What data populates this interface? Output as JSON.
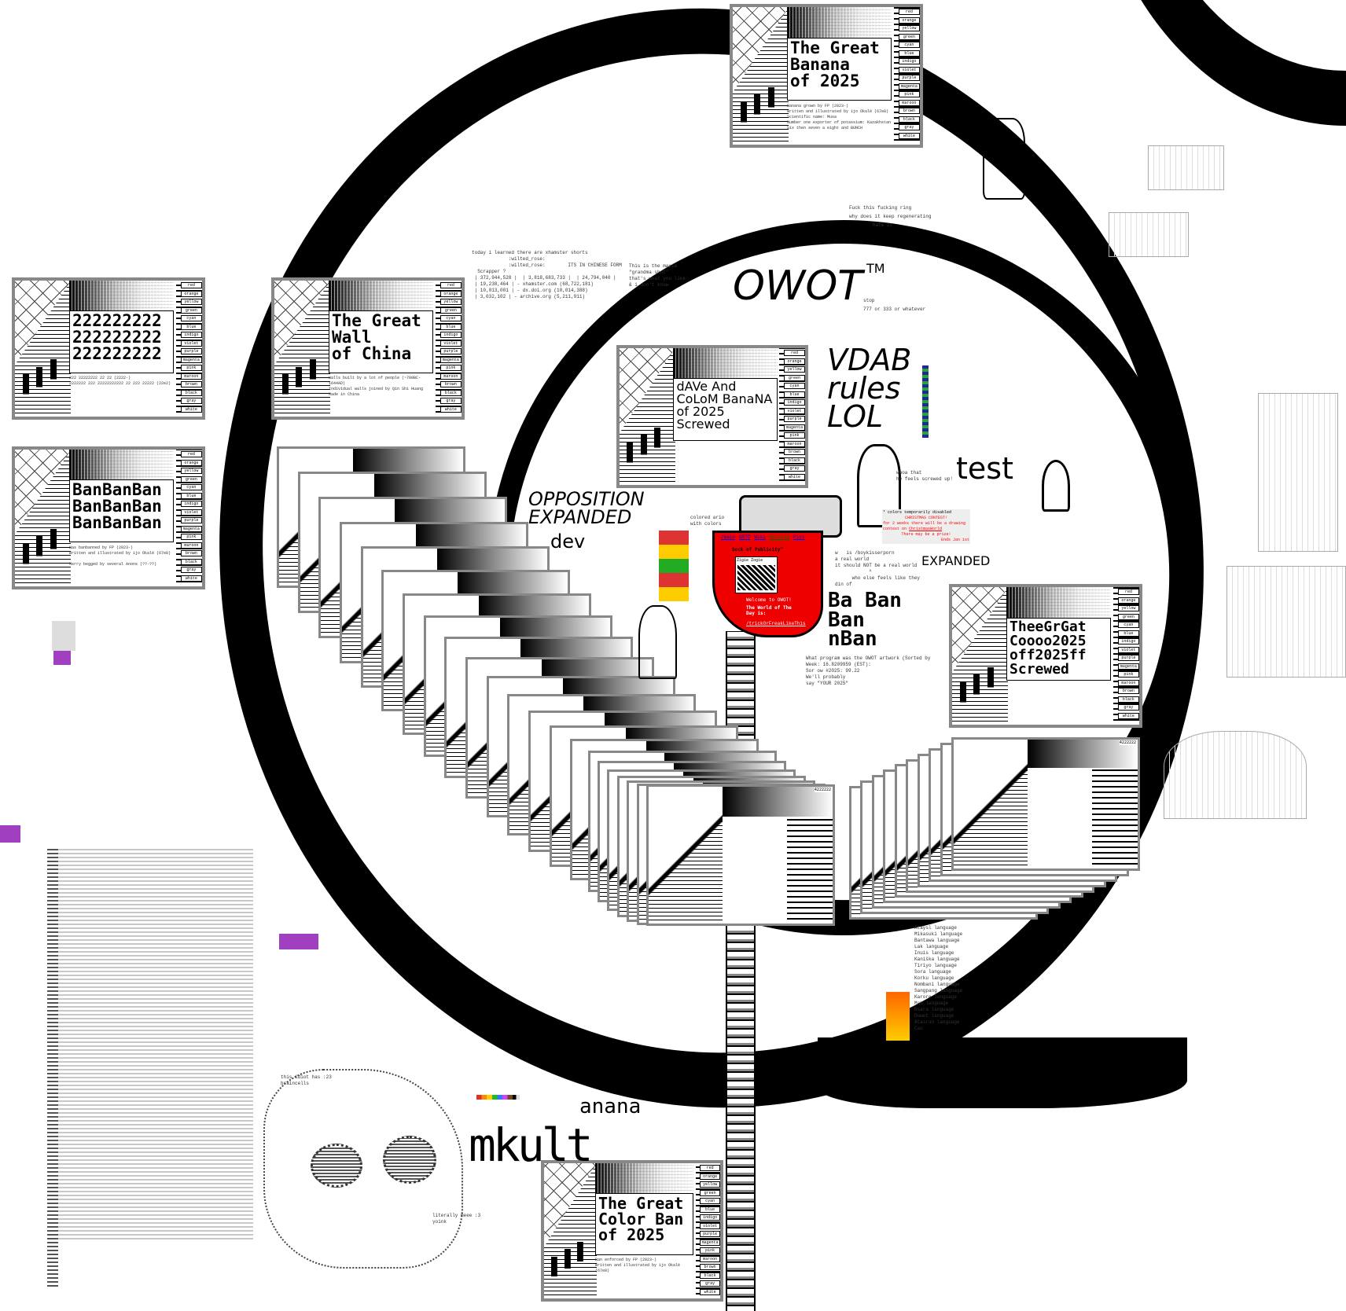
{
  "colors": {
    "ring": "#000000",
    "stocking": "#e00000",
    "contest_red": "#ff0000",
    "link": "#0000ee",
    "purple": "#a040c0"
  },
  "color_list": [
    "red",
    "orange",
    "yellow",
    "green",
    "cyan",
    "blue",
    "indigo",
    "violet",
    "purple",
    "magenta",
    "pink",
    "maroon",
    "brown",
    "black",
    "gray",
    "white"
  ],
  "cards": [
    {
      "title": "The Great\nBanana\nof 2025",
      "caption": "Banana grown by FP (2023-)\nWritten and illustrated by ijo Okalé (67e8)\nScientific name: Musa\nNumber one exporter of potassium: Kazakhstan\nSix then seven a eight and BUNCH"
    },
    {
      "title": "222222222\n222222222\n222222222",
      "caption": "222 22222222 22 22 (2222-)\n2222222 222 22222222222 22 222 22222 (22e2)"
    },
    {
      "title": "The Great\nWall\nof China",
      "caption": "Walls built by a lot of people (~700BC-1644AD)\nIndividual walls joined by Qin Shi Huang\nMade in China"
    },
    {
      "title": "BanBanBan\nBanBanBan\nBanBanBan",
      "caption": "Was banbanned by FP (2023-)\nWritten and illustrated by ijo Okalé (67e8)\n\nMerry begged by several Anons (??-??)"
    },
    {
      "title": "dAVe And\nCoLoM BanaNA\nof 2025\nScrewed",
      "caption": ""
    },
    {
      "title": "TheeGrGat\nCoooo2025\noff2025ff\nScrewed",
      "caption": ""
    },
    {
      "title": "The Great\nColor Ban\nof 2025",
      "caption": "Ban enforced by FP (2023-)\nWritten and illustrated by ijo Okalé (67e8)"
    }
  ],
  "stack_label": "4222222",
  "doodles": {
    "owot": "OWOT",
    "tm": "TM",
    "vdab": "VDAB\nrules\nLOL",
    "test": "test",
    "opposition": "OPPOSITION\nEXPANDED",
    "opposition_dev": "dev",
    "baban": "Ba Ban\nBan\nnBan",
    "mkult": "mkult",
    "banana_partial": "anana",
    "expanded_small": "EXPANDED"
  },
  "notes": {
    "ring_complaint": [
      "Fuck this fucking ring",
      "why does it keep regenerating",
      "hate it"
    ],
    "stop": [
      "stop",
      "777 or 333 or whatever"
    ],
    "shorts": [
      "today i learned there are xhamster shorts",
      "             :wilted_rose:",
      "             :wilted_rose:        ITS IN CHINESE FORM",
      "  Scrapper ?",
      " | 372,944,528 |  | 3,818,683,733 |  | 24,794,040 |",
      " | 19,238,464 | - xhamster.com (68,722,181)",
      " | 10,013,001 | - dx.doi.org (10,014,388)",
      " | 3,032,102 | - archive.org (5,211,911)"
    ],
    "maxim": [
      "This is the maxim",
      "\"grandma shot\"",
      "that's what you like",
      "& i don't know"
    ],
    "whoa": [
      "whoa that",
      "he feels screwed up!"
    ],
    "colored_ario": [
      "colored ario",
      "with colors"
    ],
    "real_world": [
      "w   is /boykisserporn",
      "a real world",
      "it should NOT be a real world",
      "            ^",
      "      who else feels like they",
      "din of"
    ],
    "program": [
      "What program was the OWOT artwork (Sorted by",
      "Week: 16.8209959 (EST):",
      "Sor ow #2025: 99.22",
      "We'll probably",
      "say \"YOUR 2025\""
    ],
    "braincells": [
      "this idiot has :23",
      "braincells"
    ],
    "meee": [
      "literally meee :3",
      "yoink"
    ],
    "languages": [
      "Ataysl language",
      "Mikasuki language",
      "Bantawa language",
      "Lak language",
      "Inuis language",
      "Kaniška language",
      "Tiriyo language",
      "Sora language",
      "Korku language",
      "Nombani language",
      "Sangpang language",
      "Karore language",
      "Mah language",
      "Nsara language",
      "Duwet language",
      "Atasran language",
      "Cao"
    ]
  },
  "contest": {
    "note": "* colors temporarily disabled",
    "title": "CHRISTMAS CONTEST!",
    "body_prefix": "for 2 weeks there will be a drawing contest on ",
    "link": "ChristmasWorld",
    "prize": "There may be a prize!",
    "date": "Ends Jan 1st"
  },
  "sock": {
    "nav": [
      "/main",
      "NSTD",
      "Wiki",
      "Kaizelq",
      "Pics"
    ],
    "title": "Sock of Publicity™",
    "subtitle": "Zigie Zogie",
    "welcome": "Welcome to OWOT!",
    "wotd": "The World of The Day is:",
    "wotd_link": "/trickOrFreakLikeThis"
  }
}
